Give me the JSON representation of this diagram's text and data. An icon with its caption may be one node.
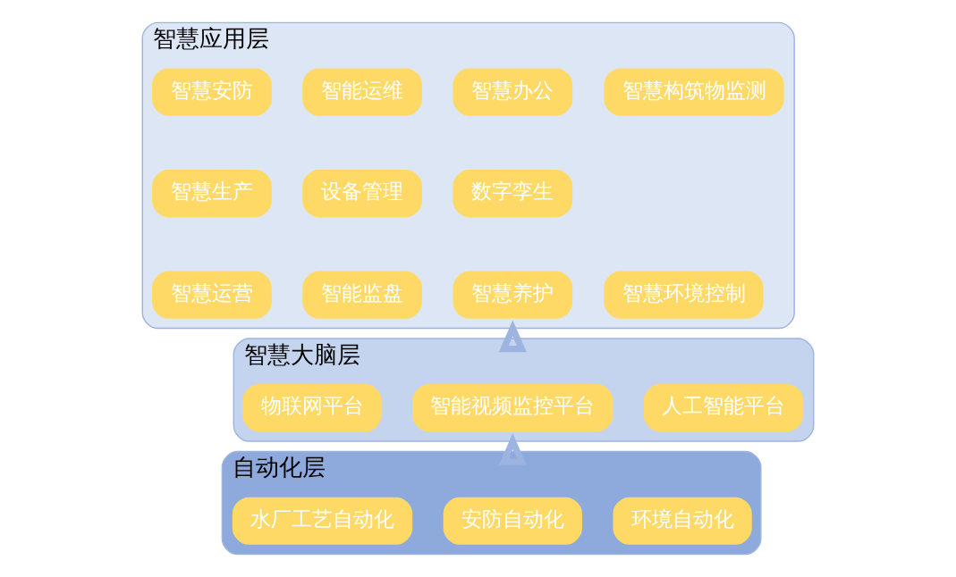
{
  "diagram": {
    "nodes": [
      {
        "text": [
          "智慧应用层"
        ]
      },
      {
        "text": [
          "智慧安防"
        ],
        "in": 0
      },
      {
        "text": [
          "智能运维"
        ],
        "in": 0
      },
      {
        "text": [
          "智慧办公"
        ],
        "in": 0
      },
      {
        "text": [
          "智慧构筑物监测"
        ],
        "in": 0
      },
      {
        "text": [
          "智慧生产"
        ],
        "in": 0
      },
      {
        "text": [
          "设备管理"
        ],
        "in": 0
      },
      {
        "text": [
          "数字孪生"
        ],
        "in": 0
      },
      {
        "text": [
          "智慧运营"
        ],
        "in": 0
      },
      {
        "text": [
          "智能监盘"
        ],
        "in": 0
      },
      {
        "text": [
          "智慧养护"
        ],
        "in": 0
      },
      {
        "text": [
          "智慧环境控制"
        ],
        "in": 0
      },
      {
        "text": [
          "智慧大脑层"
        ]
      },
      {
        "text": [
          "物联网平台"
        ],
        "in": 12
      },
      {
        "text": [
          "智能视频监控平台"
        ],
        "in": 12
      },
      {
        "text": [
          "人工智能平台"
        ],
        "in": 12
      },
      {
        "text": [
          "自动化层"
        ]
      },
      {
        "text": [
          "水厂工艺自动化"
        ],
        "in": 16
      },
      {
        "text": [
          "安防自动化"
        ],
        "in": 16
      },
      {
        "text": [
          "环境自动化"
        ],
        "in": 16
      }
    ],
    "edges": [
      {
        "from": 16,
        "to": 12,
        "arrow": "to",
        "style": "thick"
      },
      {
        "from": 12,
        "to": 0,
        "arrow": "to",
        "style": "thick"
      }
    ]
  }
}
